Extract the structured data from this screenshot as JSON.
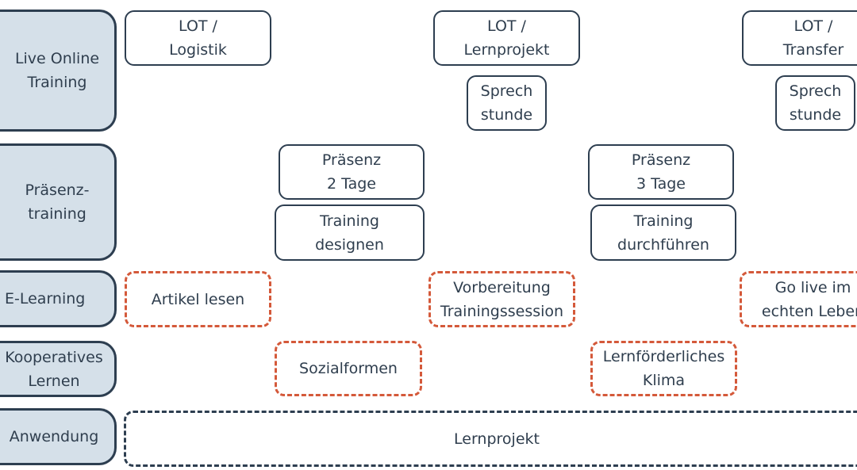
{
  "rows": {
    "live_online_training": "Live Online\nTraining",
    "praesenztraining": "Präsenz-\ntraining",
    "e_learning": "E-Learning",
    "kooperatives_lernen": "Kooperatives\nLernen",
    "anwendung": "Anwendung"
  },
  "live_online": {
    "lot_logistik": "LOT /\nLogistik",
    "lot_lernprojekt": "LOT /\nLernprojekt",
    "lot_transfer": "LOT /\nTransfer",
    "sprechstunde_1": "Sprech\nstunde",
    "sprechstunde_2": "Sprech\nstunde"
  },
  "praesenz": {
    "praesenz_2_tage": "Präsenz\n2 Tage",
    "praesenz_3_tage": "Präsenz\n3 Tage",
    "training_designen": "Training\ndesignen",
    "training_durchfuehren": "Training\ndurchführen"
  },
  "e_learning": {
    "artikel_lesen": "Artikel lesen",
    "vorbereitung": "Vorbereitung\nTrainingssession",
    "go_live": "Go live im\nechten Leben"
  },
  "kooperativ": {
    "sozialformen": "Sozialformen",
    "lernfoerderliches_klima": "Lernförderliches\nKlima"
  },
  "anwendung": {
    "lernprojekt": "Lernprojekt"
  },
  "colors": {
    "navy": "#2d3e50",
    "row_fill": "#d5e0e9",
    "orange_dashed": "#d4593a"
  }
}
